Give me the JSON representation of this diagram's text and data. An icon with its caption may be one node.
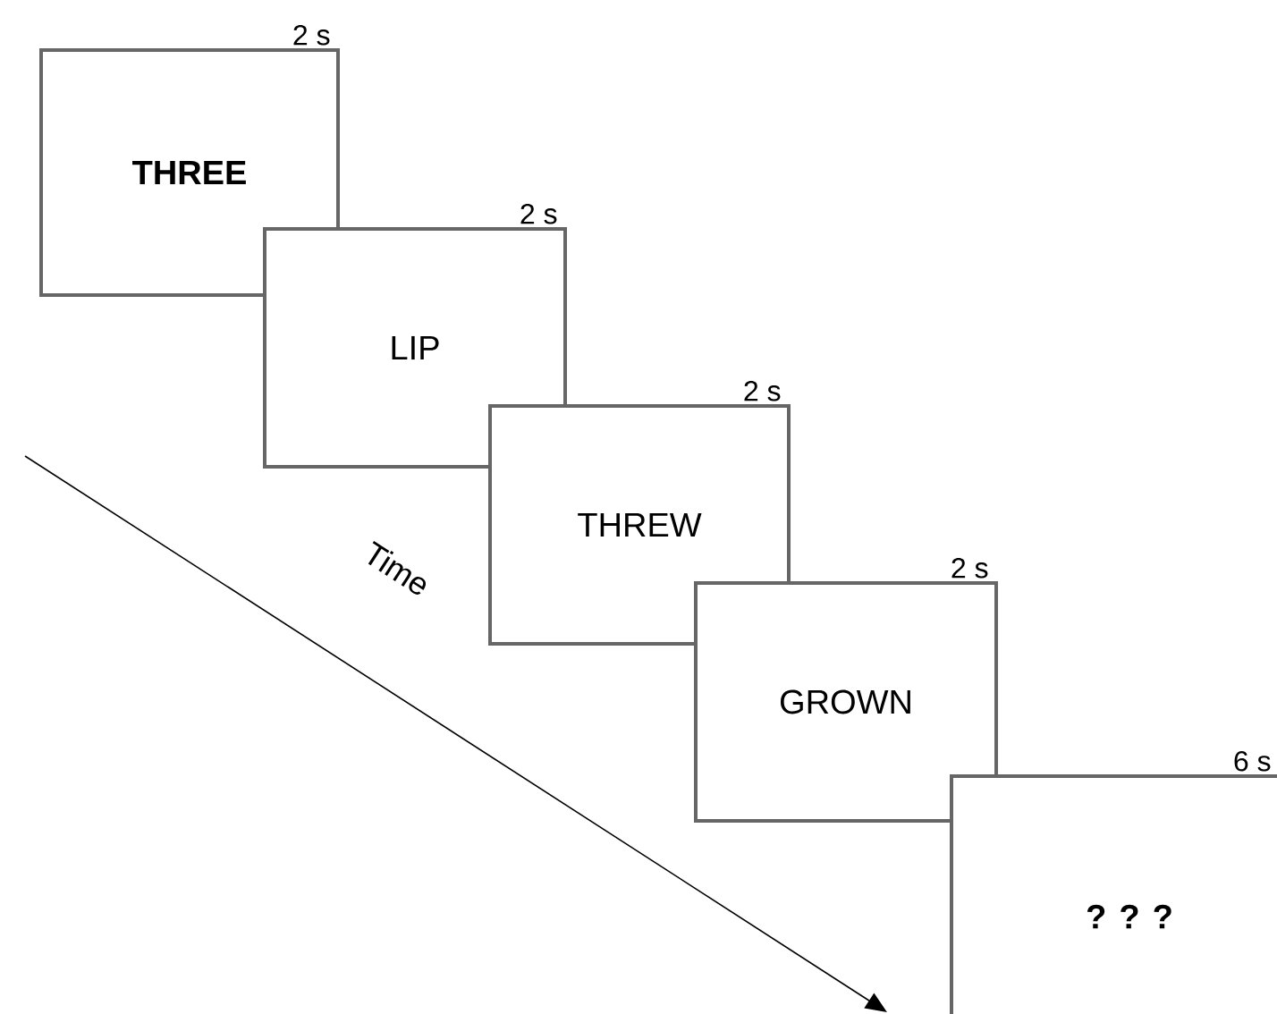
{
  "diagram": {
    "nodes": [
      {
        "text": [
          "THREE"
        ],
        "beside": [
          "2 s"
        ]
      },
      {
        "text": [
          "LIP"
        ],
        "beside": [
          "2 s"
        ]
      },
      {
        "text": [
          "THREW"
        ],
        "beside": [
          "2 s"
        ]
      },
      {
        "text": [
          "GROWN"
        ],
        "beside": [
          "2 s"
        ]
      },
      {
        "text": [
          "? ? ?"
        ],
        "beside": [
          "6 s"
        ]
      }
    ],
    "labels": [
      "Time"
    ]
  }
}
